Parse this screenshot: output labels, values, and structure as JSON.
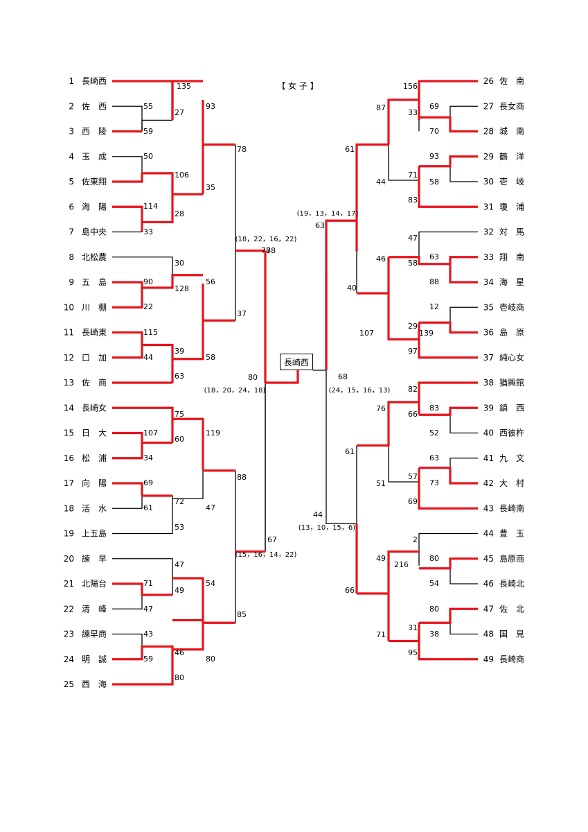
{
  "title": "【 女 子 】",
  "champion": "長崎西",
  "colors": {
    "win": "#e8141d",
    "line": "#000000"
  },
  "teams_left": [
    {
      "no": "1",
      "name": "長崎西"
    },
    {
      "no": "2",
      "name": "佐　西"
    },
    {
      "no": "3",
      "name": "西　陵"
    },
    {
      "no": "4",
      "name": "玉　成"
    },
    {
      "no": "5",
      "name": "佐東翔"
    },
    {
      "no": "6",
      "name": "海　陽"
    },
    {
      "no": "7",
      "name": "島中央"
    },
    {
      "no": "8",
      "name": "北松農"
    },
    {
      "no": "9",
      "name": "五　島"
    },
    {
      "no": "10",
      "name": "川　棚"
    },
    {
      "no": "11",
      "name": "長崎東"
    },
    {
      "no": "12",
      "name": "口　加"
    },
    {
      "no": "13",
      "name": "佐　商"
    },
    {
      "no": "14",
      "name": "長崎女"
    },
    {
      "no": "15",
      "name": "日　大"
    },
    {
      "no": "16",
      "name": "松　浦"
    },
    {
      "no": "17",
      "name": "向　陽"
    },
    {
      "no": "18",
      "name": "活　水"
    },
    {
      "no": "19",
      "name": "上五島"
    },
    {
      "no": "20",
      "name": "諫　早"
    },
    {
      "no": "21",
      "name": "北陽台"
    },
    {
      "no": "22",
      "name": "清　峰"
    },
    {
      "no": "23",
      "name": "諫早商"
    },
    {
      "no": "24",
      "name": "明　誠"
    },
    {
      "no": "25",
      "name": "西　海"
    }
  ],
  "teams_right": [
    {
      "no": "26",
      "name": "佐　南"
    },
    {
      "no": "27",
      "name": "長女商"
    },
    {
      "no": "28",
      "name": "城　南"
    },
    {
      "no": "29",
      "name": "鶴　洋"
    },
    {
      "no": "30",
      "name": "壱　岐"
    },
    {
      "no": "31",
      "name": "瓊　浦"
    },
    {
      "no": "32",
      "name": "対　馬"
    },
    {
      "no": "33",
      "name": "翔　南"
    },
    {
      "no": "34",
      "name": "海　星"
    },
    {
      "no": "35",
      "name": "壱岐商"
    },
    {
      "no": "36",
      "name": "島　原"
    },
    {
      "no": "37",
      "name": "純心女"
    },
    {
      "no": "38",
      "name": "猶興館"
    },
    {
      "no": "39",
      "name": "鎮　西"
    },
    {
      "no": "40",
      "name": "西彼杵"
    },
    {
      "no": "41",
      "name": "九　文"
    },
    {
      "no": "42",
      "name": "大　村"
    },
    {
      "no": "43",
      "name": "長崎南"
    },
    {
      "no": "44",
      "name": "豊　玉"
    },
    {
      "no": "45",
      "name": "島原商"
    },
    {
      "no": "46",
      "name": "長崎北"
    },
    {
      "no": "47",
      "name": "佐　北"
    },
    {
      "no": "48",
      "name": "国　見"
    },
    {
      "no": "49",
      "name": "長崎商"
    }
  ],
  "scores_left": [
    "135",
    "55",
    "27",
    "59",
    "93",
    "50",
    "78",
    "106",
    "35",
    "114",
    "28",
    "33",
    "78",
    "30",
    "90",
    "128",
    "56",
    "22",
    "37",
    "115",
    "39",
    "44",
    "58",
    "63",
    "75",
    "107",
    "60",
    "34",
    "119",
    "69",
    "88",
    "72",
    "47",
    "61",
    "53",
    "47",
    "71",
    "49",
    "54",
    "47",
    "85",
    "43",
    "46",
    "59",
    "80",
    "80",
    "67"
  ],
  "scores_right": [
    "156",
    "69",
    "87",
    "33",
    "70",
    "61",
    "93",
    "71",
    "44",
    "58",
    "83",
    "47",
    "46",
    "63",
    "58",
    "88",
    "40",
    "12",
    "29",
    "139",
    "107",
    "97",
    "82",
    "76",
    "83",
    "66",
    "52",
    "61",
    "63",
    "57",
    "51",
    "73",
    "69",
    "2",
    "80",
    "49",
    "216",
    "54",
    "66",
    "80",
    "31",
    "38",
    "71",
    "95",
    "44"
  ],
  "final": {
    "left_score": "80",
    "right_score": "68"
  },
  "sets": {
    "left_top": "(18，22，16，22)",
    "left_bottom": "(15，16，14，22)",
    "final_left": "(18，20，24，18)",
    "final_right": "(24，15，16，13)",
    "right_top": "(19，13，14，17)",
    "right_bottom": "(13，10，15，6)",
    "left_top_score": "78",
    "right_top_score": "63"
  }
}
